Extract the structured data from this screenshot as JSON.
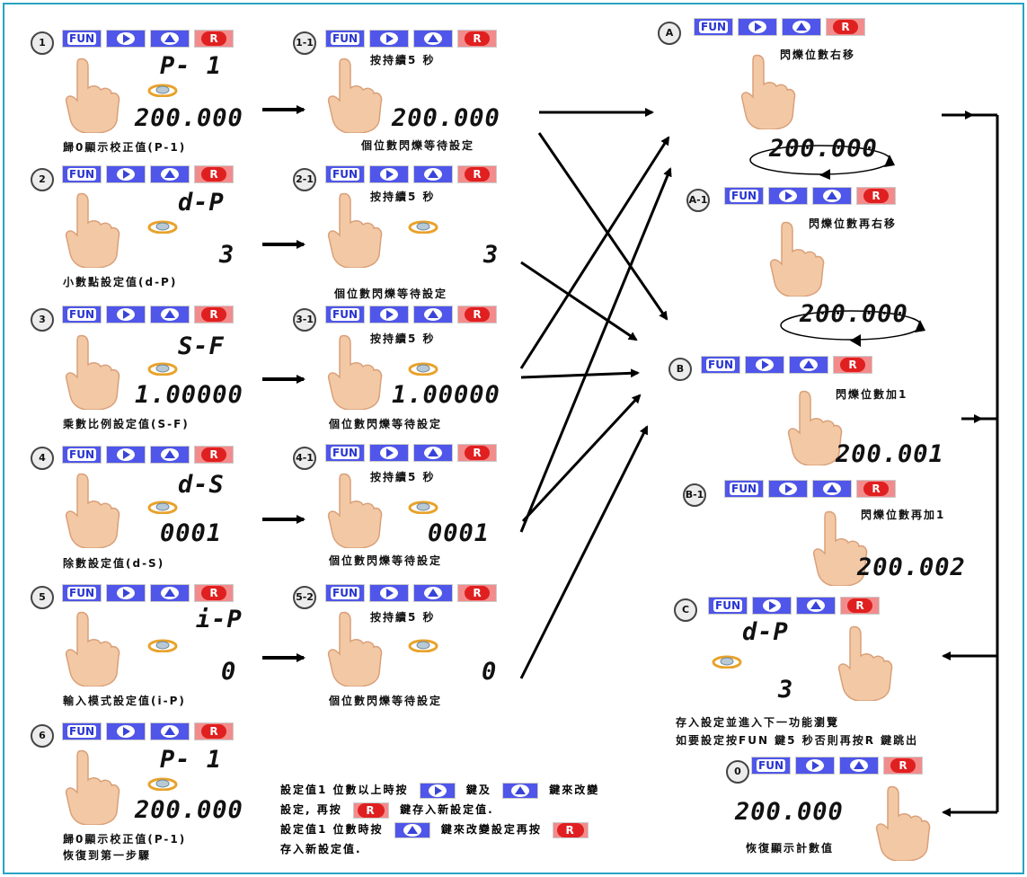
{
  "keys": {
    "fun": "FUN",
    "r": "R"
  },
  "icons": [
    "pointing-hand-icon",
    "rotary-dial-icon",
    "play-icon",
    "up-arrow-icon"
  ],
  "steps": [
    {
      "num": "1",
      "top": "P- 1",
      "value": "200.000",
      "caption": "歸0顯示校正值(P-1)"
    },
    {
      "num": "2",
      "top": "d-P",
      "value": "3",
      "caption": "小數點設定值(d-P)"
    },
    {
      "num": "3",
      "top": "S-F",
      "value": "1.00000",
      "caption": "乘數比例設定值(S-F)"
    },
    {
      "num": "4",
      "top": "d-S",
      "value": "0001",
      "caption": "除數設定值(d-S)"
    },
    {
      "num": "5",
      "top": "i-P",
      "value": "0",
      "caption": "輸入模式設定值(i-P)"
    },
    {
      "num": "6",
      "top": "P- 1",
      "value": "200.000",
      "caption": "歸0顯示校正值(P-1)",
      "caption2": "恢復到第一步驟"
    }
  ],
  "substeps": [
    {
      "num": "1-1",
      "hold": "按持續5 秒",
      "value": "200.000",
      "caption": "個位數閃爍等待設定"
    },
    {
      "num": "2-1",
      "hold": "按持續5 秒",
      "value": "3",
      "caption": "個位數閃爍等待設定"
    },
    {
      "num": "3-1",
      "hold": "按持續5 秒",
      "value": "1.00000",
      "caption": "個位數閃爍等待設定"
    },
    {
      "num": "4-1",
      "hold": "按持續5 秒",
      "value": "0001",
      "caption": "個位數閃爍等待設定"
    },
    {
      "num": "5-2",
      "hold": "按持續5 秒",
      "value": "0",
      "caption": "個位數閃爍等待設定"
    }
  ],
  "right": {
    "a": {
      "num": "A",
      "caption": "閃爍位數右移",
      "value": "200.000"
    },
    "a1": {
      "num": "A-1",
      "caption": "閃爍位數再右移",
      "value": "200.000"
    },
    "b": {
      "num": "B",
      "caption": "閃爍位數加1",
      "value": "200.001"
    },
    "b1": {
      "num": "B-1",
      "caption": "閃爍位數再加1",
      "value": "200.002"
    },
    "c": {
      "num": "C",
      "top": "d-P",
      "value": "3",
      "caption1": "存入設定並進入下一功能瀏覽",
      "caption2": "如要設定按FUN 鍵5 秒否則再按R 鍵跳出"
    },
    "zero": {
      "num": "0",
      "value": "200.000",
      "caption": "恢復顯示計數值"
    }
  },
  "note": {
    "l1a": "設定值1 位數以上時按",
    "l1b": "鍵及",
    "l1c": "鍵來改變",
    "l2a": "設定, 再按",
    "l2b": "鍵存入新設定值.",
    "l3a": "設定值1 位數時按",
    "l3b": "鍵來改變設定再按",
    "l4": "存入新設定值."
  }
}
